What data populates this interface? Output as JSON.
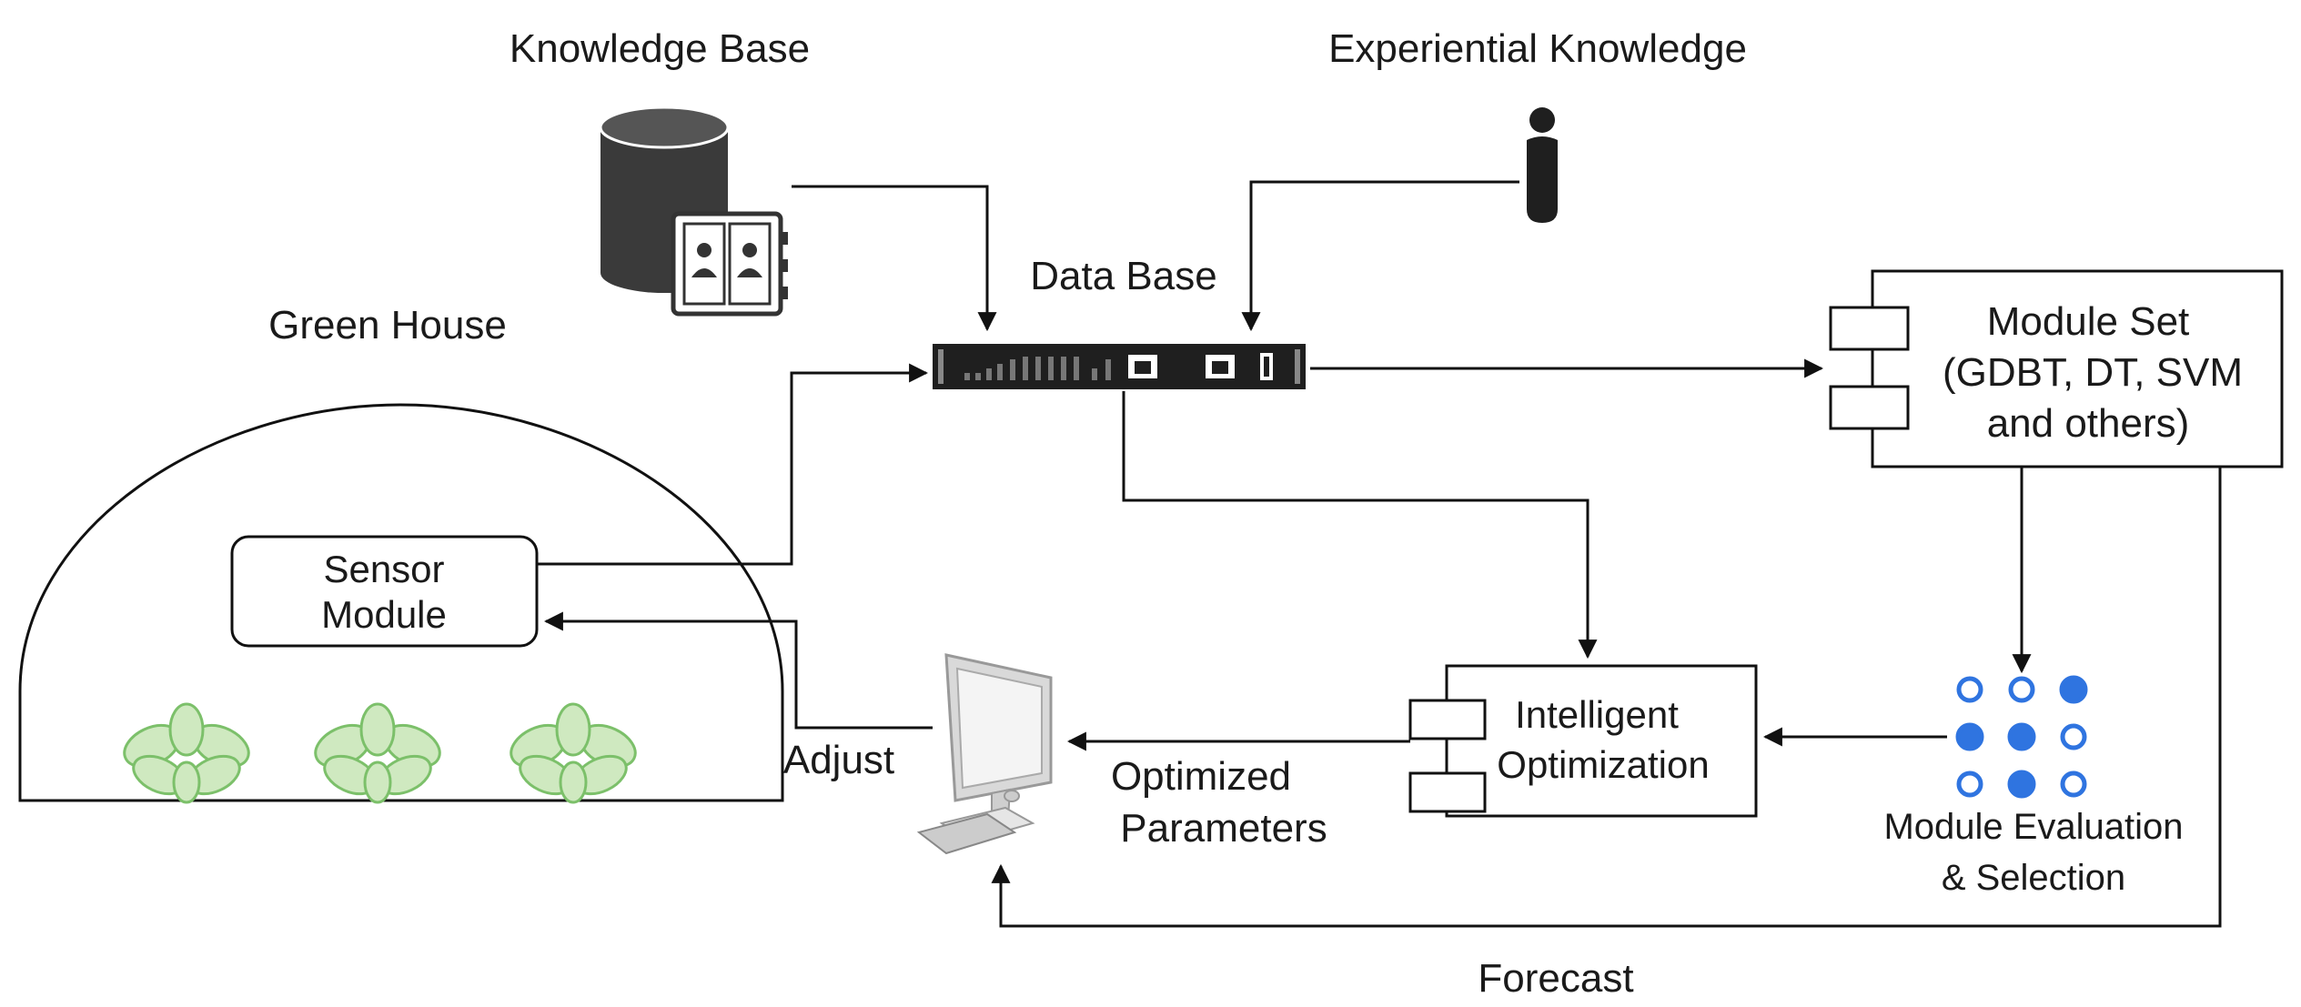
{
  "labels": {
    "knowledge_base": "Knowledge Base",
    "experiential_knowledge": "Experiential Knowledge",
    "data_base": "Data Base",
    "green_house": "Green House",
    "sensor_module_line1": "Sensor",
    "sensor_module_line2": "Module",
    "module_set_line1": "Module Set",
    "module_set_line2": "(GDBT, DT, SVM",
    "module_set_line3": "and others)",
    "intelligent_line1": "Intelligent",
    "intelligent_line2": "Optimization",
    "adjust": "Adjust",
    "optimized_line1": "Optimized",
    "optimized_line2": "Parameters",
    "evaluation_line1": "Module Evaluation",
    "evaluation_line2": "& Selection",
    "forecast": "Forecast"
  },
  "colors": {
    "line": "#111111",
    "dot_blue": "#2f74e0",
    "plant_fill": "#cfe9c0",
    "plant_stroke": "#7cc06a",
    "server_body": "#1f1f1f",
    "database": "#3a3a3a"
  },
  "icons": [
    "database-icon",
    "address-book-icon",
    "person-icon",
    "server-icon",
    "computer-icon",
    "plant-icon",
    "dot-grid-icon"
  ]
}
